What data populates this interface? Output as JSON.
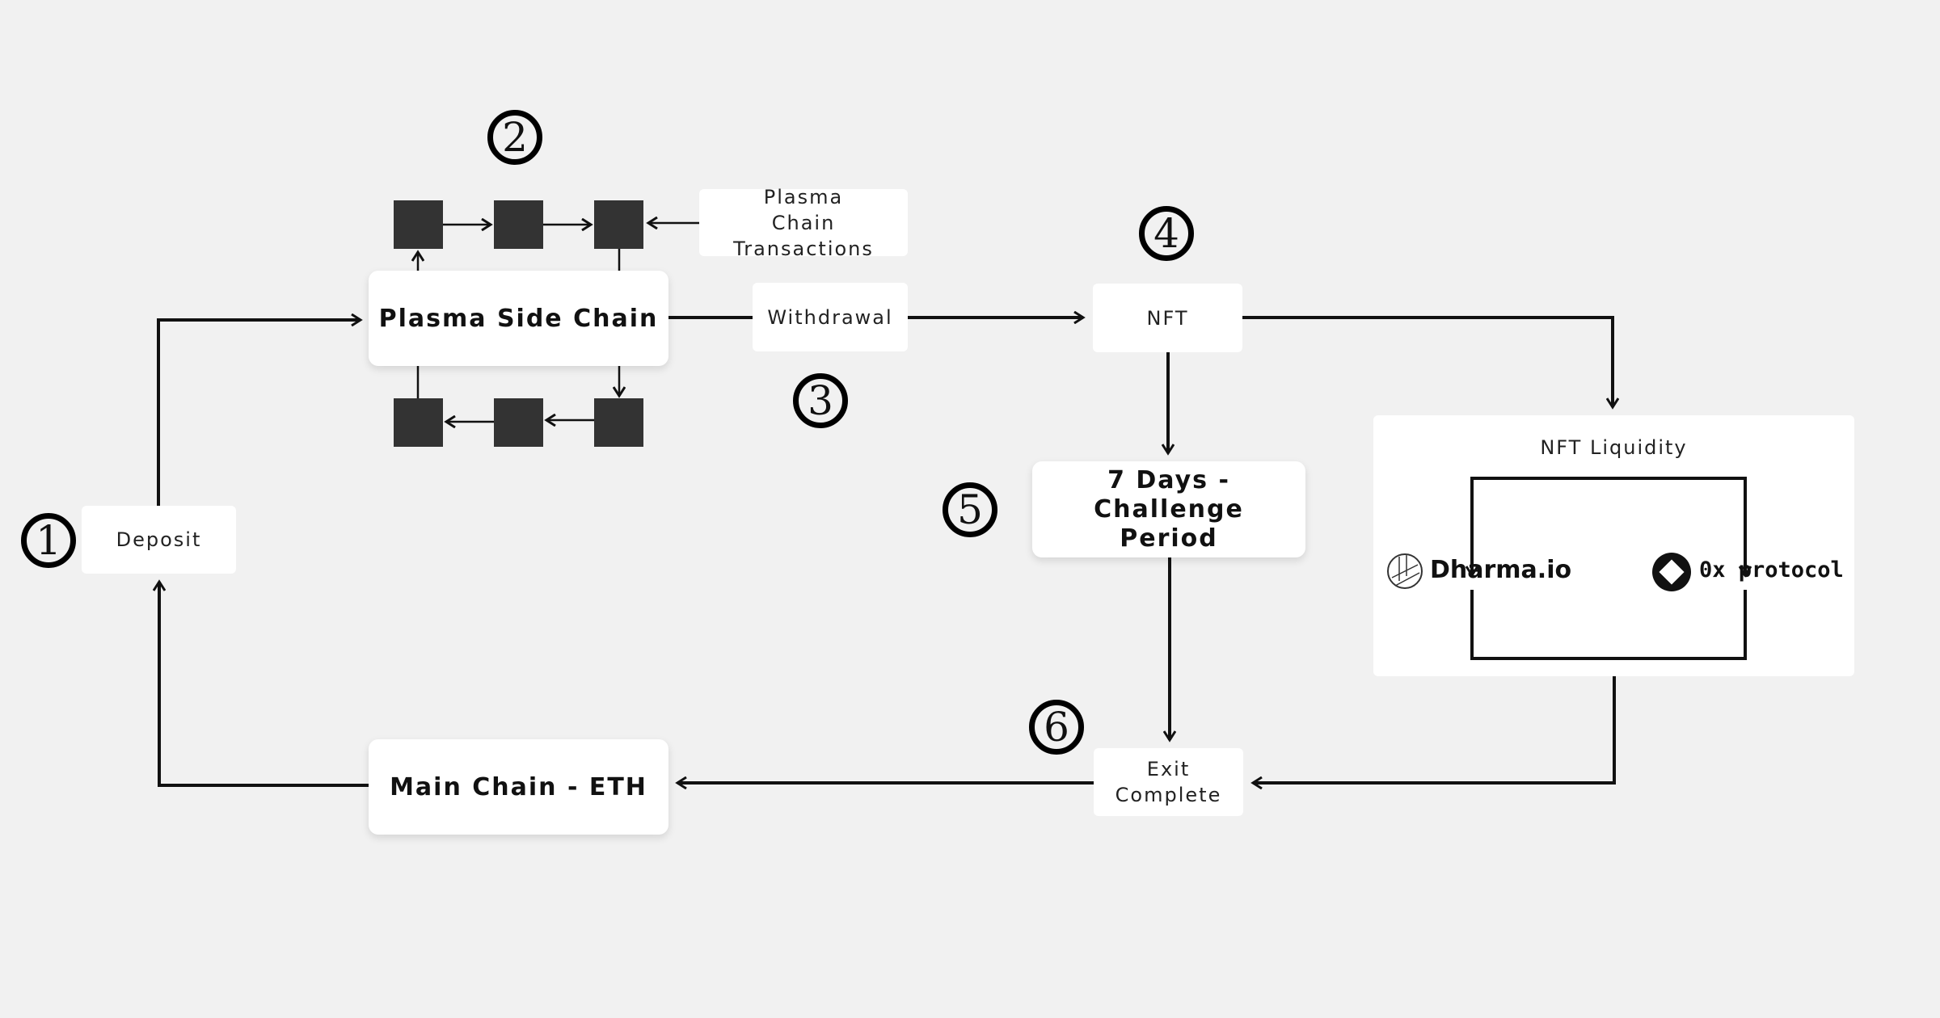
{
  "nodes": {
    "deposit": "Deposit",
    "plasma_side_chain": "Plasma Side Chain",
    "plasma_chain_transactions": "Plasma Chain Transactions",
    "withdrawal": "Withdrawal",
    "nft": "NFT",
    "challenge_period": "7 Days - Challenge Period",
    "nft_liquidity": "NFT Liquidity",
    "dharma": "Dharma.io",
    "zerox": "0x protocol",
    "exit_complete": "Exit Complete",
    "main_chain": "Main Chain - ETH"
  },
  "steps": [
    "1",
    "2",
    "3",
    "4",
    "5",
    "6"
  ],
  "colors": {
    "background": "#f1f1f1",
    "node": "#ffffff",
    "block": "#333333",
    "line": "#111111"
  }
}
